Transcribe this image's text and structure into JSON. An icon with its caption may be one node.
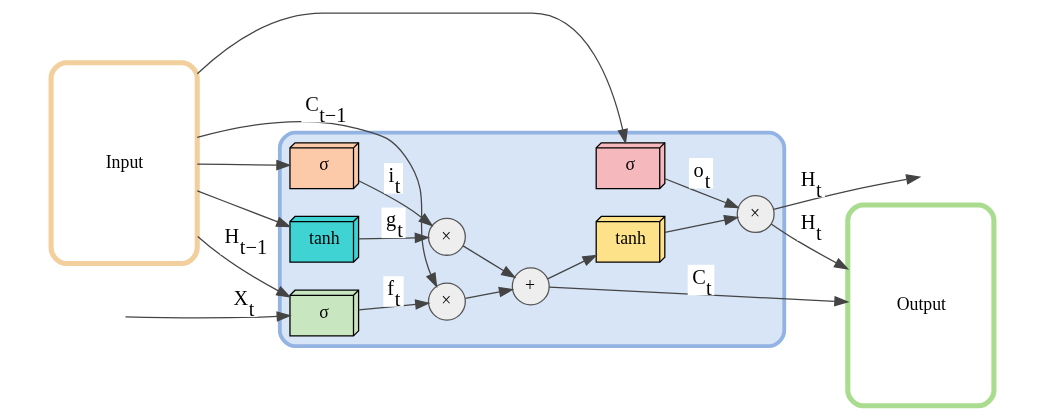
{
  "diagram": {
    "nodes": [
      {
        "text": [
          "Input"
        ]
      },
      {
        "text": [],
        "shape": "box"
      },
      {
        "text": [
          "Output"
        ]
      },
      {
        "text": [
          "×"
        ],
        "in": 1
      },
      {
        "text": [
          "+"
        ],
        "in": 1
      },
      {
        "text": [
          "×"
        ],
        "in": 1
      },
      {
        "text": [
          "×"
        ],
        "in": 1
      },
      {
        "text": [
          "σ"
        ],
        "in": 1
      },
      {
        "text": [
          "σ"
        ],
        "in": 1
      },
      {
        "text": [
          "tanh"
        ],
        "in": 1
      },
      {
        "text": [
          "σ"
        ],
        "in": 1
      },
      {
        "text": [
          "tanh"
        ],
        "in": 1
      }
    ],
    "edges": [
      {
        "from": 0,
        "to": 3,
        "arrow": "to",
        "label": "C$_{t−1}$"
      },
      {
        "from": 0,
        "to": 7,
        "arrow": "to",
        "label": "H$_{t−1}$"
      },
      {
        "from": 0,
        "to": 8,
        "arrow": "to"
      },
      {
        "from": 0,
        "to": 9,
        "arrow": "to"
      },
      {
        "from": 0,
        "to": 10,
        "arrow": "to"
      },
      {
        "from": null,
        "to": 7,
        "arrow": "to",
        "label": "X$_{t}$"
      },
      {
        "from": 7,
        "to": 3,
        "arrow": "to",
        "label": "f$_{t}$"
      },
      {
        "from": 3,
        "to": 4,
        "arrow": "to"
      },
      {
        "from": 8,
        "to": 5,
        "arrow": "to",
        "label": "i$_{t}$"
      },
      {
        "from": 9,
        "to": 5,
        "arrow": "to",
        "label": "g$_{t}$"
      },
      {
        "from": 5,
        "to": 4,
        "arrow": "to"
      },
      {
        "from": 4,
        "to": 2,
        "arrow": "to",
        "label": "C$_{t}$"
      },
      {
        "from": 4,
        "to": 11,
        "arrow": "to"
      },
      {
        "from": 11,
        "to": 6,
        "arrow": "to"
      },
      {
        "from": 10,
        "to": 6,
        "arrow": "to",
        "label": "o$_{t}$"
      },
      {
        "from": 6,
        "to": 2,
        "arrow": "to",
        "label": "H$_{t}$"
      },
      {
        "from": 6,
        "to": null,
        "arrow": "to",
        "label": "H$_{t}$"
      }
    ]
  }
}
